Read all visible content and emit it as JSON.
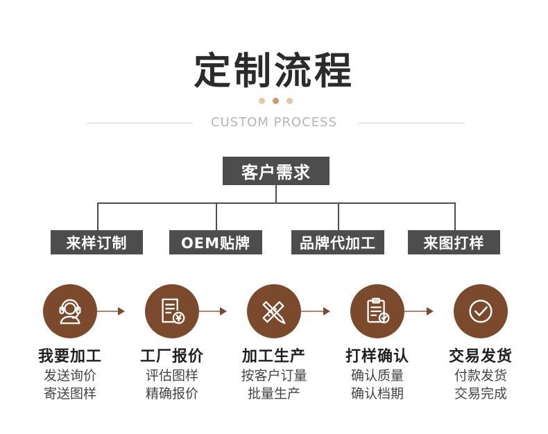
{
  "header": {
    "title": "定制流程",
    "subtitle": "CUSTOM PROCESS",
    "dot_colors": [
      "#e3c7a8",
      "#c99a68",
      "#e3c7a8"
    ]
  },
  "tree": {
    "root": "客户需求",
    "children": [
      "来样订制",
      "OEM贴牌",
      "品牌代加工",
      "来图打样"
    ],
    "colors": {
      "box": "#4d4d4d",
      "text": "#ffffff"
    }
  },
  "steps": [
    {
      "icon": "customer-service-icon",
      "title": "我要加工",
      "lines": [
        "发送询价",
        "寄送图样"
      ]
    },
    {
      "icon": "quote-document-icon",
      "title": "工厂报价",
      "lines": [
        "评估图样",
        "精确报价"
      ]
    },
    {
      "icon": "design-tools-icon",
      "title": "加工生产",
      "lines": [
        "按客户订量",
        "批量生产"
      ]
    },
    {
      "icon": "checklist-icon",
      "title": "打样确认",
      "lines": [
        "确认质量",
        "确认档期"
      ]
    },
    {
      "icon": "check-circle-icon",
      "title": "交易发货",
      "lines": [
        "付款发货",
        "交易完成"
      ]
    }
  ],
  "colors": {
    "accent": "#7b4a2c",
    "connector": "#b1856c"
  }
}
